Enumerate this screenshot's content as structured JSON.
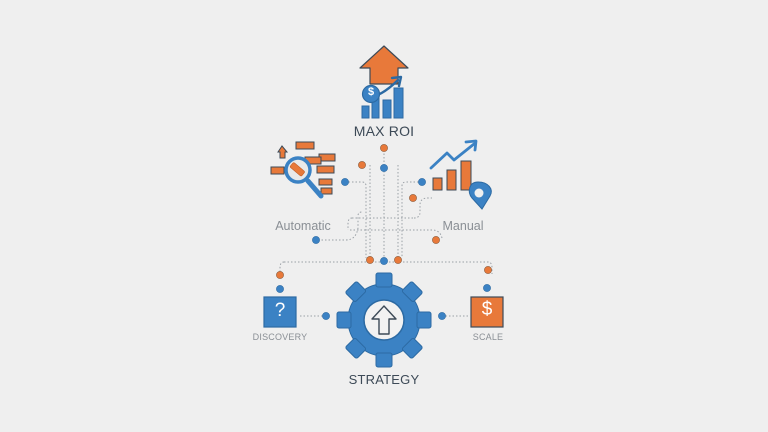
{
  "diagram": {
    "colors": {
      "background": "#efefef",
      "blue": "#3b82c4",
      "blue_dark": "#2c6aa3",
      "orange": "#e8793a",
      "orange_dark": "#c65f26",
      "line": "#9aa0a6",
      "text_dark": "#3d4a57",
      "text_muted": "#8a8f95"
    },
    "nodes": {
      "top": {
        "label": "MAX ROI",
        "icon": "roi-growth-icon"
      },
      "left": {
        "label": "Automatic",
        "icon": "magnifier-search-icon"
      },
      "right": {
        "label": "Manual",
        "icon": "bar-chart-location-icon"
      },
      "discovery": {
        "label": "DISCOVERY",
        "icon": "question-mark-icon",
        "glyph": "?"
      },
      "scale": {
        "label": "SCALE",
        "icon": "dollar-icon",
        "glyph": "$"
      },
      "center": {
        "label": "STRATEGY",
        "icon": "gear-arrow-up-icon"
      }
    },
    "roi_icon": {
      "glyph": "$"
    }
  }
}
